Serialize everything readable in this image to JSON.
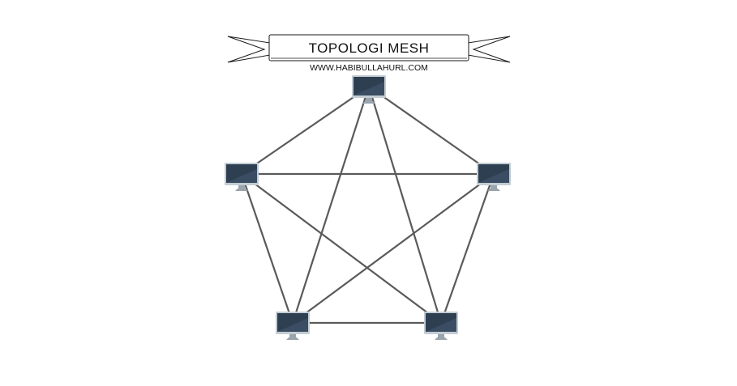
{
  "banner": {
    "title": "TOPOLOGI MESH",
    "subtitle": "WWW.HABIBULLAHURL.COM"
  },
  "network": {
    "topology": "full-mesh",
    "node_count": 5,
    "nodes": [
      {
        "id": "pc-top",
        "icon": "monitor-icon"
      },
      {
        "id": "pc-left",
        "icon": "monitor-icon"
      },
      {
        "id": "pc-right",
        "icon": "monitor-icon"
      },
      {
        "id": "pc-bottom-left",
        "icon": "monitor-icon"
      },
      {
        "id": "pc-bottom-right",
        "icon": "monitor-icon"
      }
    ],
    "links": [
      [
        "pc-top",
        "pc-left"
      ],
      [
        "pc-top",
        "pc-right"
      ],
      [
        "pc-top",
        "pc-bottom-left"
      ],
      [
        "pc-top",
        "pc-bottom-right"
      ],
      [
        "pc-left",
        "pc-right"
      ],
      [
        "pc-left",
        "pc-bottom-left"
      ],
      [
        "pc-left",
        "pc-bottom-right"
      ],
      [
        "pc-right",
        "pc-bottom-left"
      ],
      [
        "pc-right",
        "pc-bottom-right"
      ],
      [
        "pc-bottom-left",
        "pc-bottom-right"
      ]
    ]
  },
  "colors": {
    "link": "#5a5a5a",
    "screen": "#2e3f52",
    "bezel": "#c3ccd3",
    "stand": "#9aa4ac",
    "banner_stroke": "#1a1a1a"
  }
}
